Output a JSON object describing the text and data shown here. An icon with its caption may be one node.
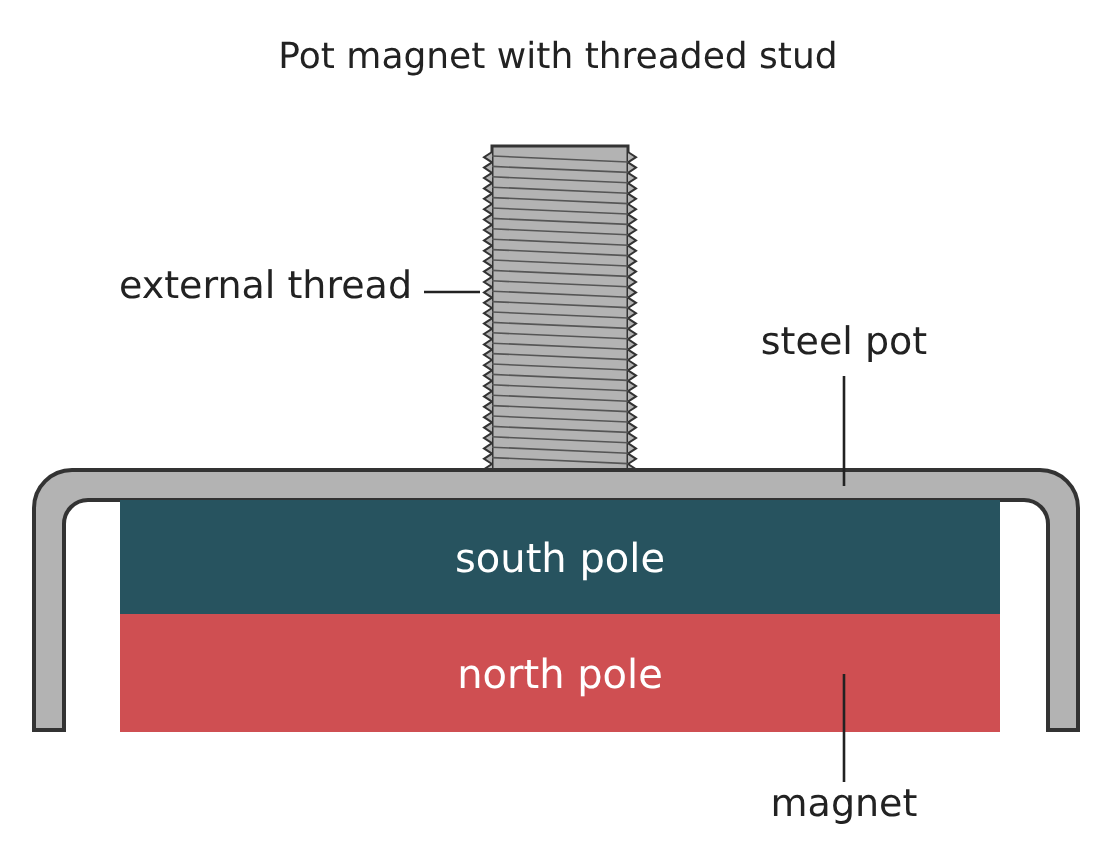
{
  "diagram": {
    "title": "Pot magnet with threaded stud",
    "nodes": [
      {
        "text": [
          "external thread"
        ]
      },
      {
        "text": [],
        "shape": "bar"
      },
      {
        "text": [
          "steel pot"
        ]
      },
      {
        "text": [],
        "shape": "box"
      },
      {
        "text": [
          "south pole"
        ],
        "in": 3
      },
      {
        "text": [
          "north pole"
        ],
        "in": 3
      },
      {
        "text": [
          "magnet"
        ]
      }
    ],
    "edges": [
      {
        "from": 0,
        "to": 1,
        "arrow": "none"
      },
      {
        "from": 2,
        "to": 3,
        "arrow": "none"
      },
      {
        "from": 6,
        "to": 5,
        "arrow": "none"
      }
    ]
  }
}
